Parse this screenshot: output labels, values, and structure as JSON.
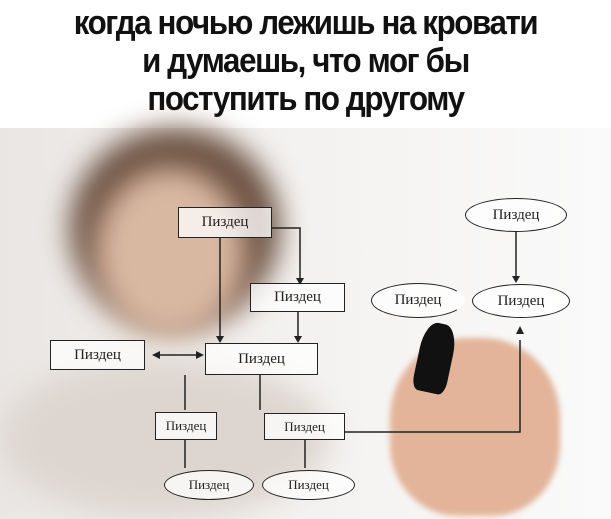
{
  "caption": {
    "lines": [
      "когда ночью лежишь на кровати",
      "и думаешь, что мог бы",
      "поступить по другому"
    ]
  },
  "diagram": {
    "nodes": [
      "Пиздец",
      "Пиздец",
      "Пиздец",
      "Пиздец",
      "Пиздец",
      "Пиздец",
      "Пиздец",
      "Пиздец",
      "Пиздец",
      "Пиздец",
      "Пиздец"
    ]
  }
}
